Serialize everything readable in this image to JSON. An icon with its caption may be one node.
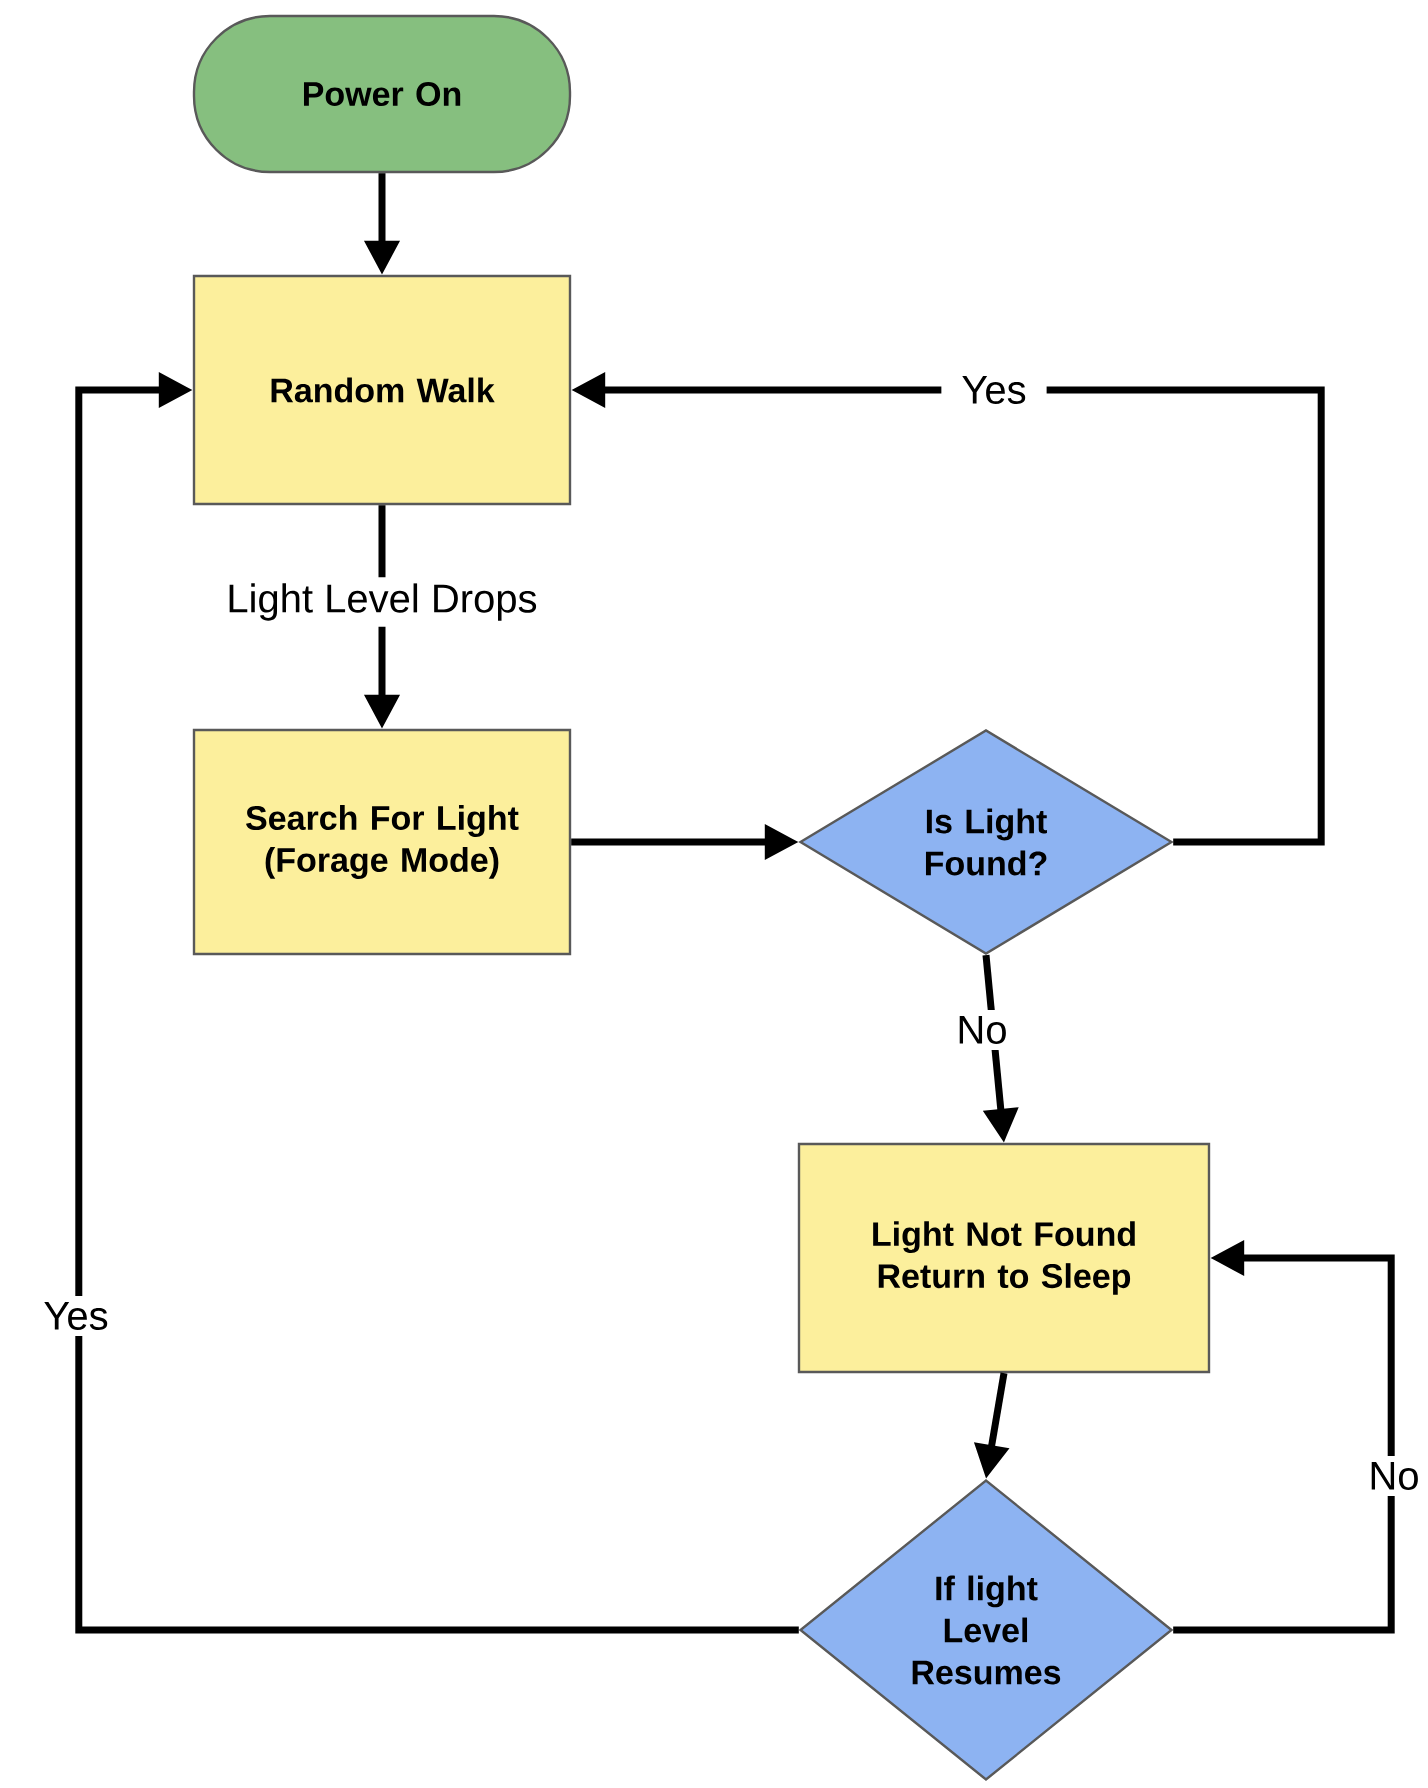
{
  "diagram": {
    "nodes": [
      {
        "text": [
          "Power On"
        ]
      },
      {
        "text": [
          "Random Walk"
        ]
      },
      {
        "text": [
          "Search For Light (Forage Mode)"
        ]
      },
      {
        "text": [
          "Is Light Found?"
        ]
      },
      {
        "text": [
          "Light Not Found Return to Sleep"
        ]
      },
      {
        "text": [
          "If light Level Resumes"
        ]
      }
    ],
    "edges": [
      {
        "from": 0,
        "to": 1,
        "arrow": "to"
      },
      {
        "from": 1,
        "to": 2,
        "arrow": "to",
        "label": "Light Level Drops"
      },
      {
        "from": 2,
        "to": 3,
        "arrow": "to"
      },
      {
        "from": 3,
        "to": 1,
        "arrow": "to",
        "label": "Yes"
      },
      {
        "from": 3,
        "to": 4,
        "arrow": "to",
        "label": "No"
      },
      {
        "from": 4,
        "to": 5,
        "arrow": "to"
      },
      {
        "from": 5,
        "to": 4,
        "arrow": "to",
        "label": "No"
      },
      {
        "from": 5,
        "to": 1,
        "arrow": "to",
        "label": "Yes"
      }
    ]
  }
}
